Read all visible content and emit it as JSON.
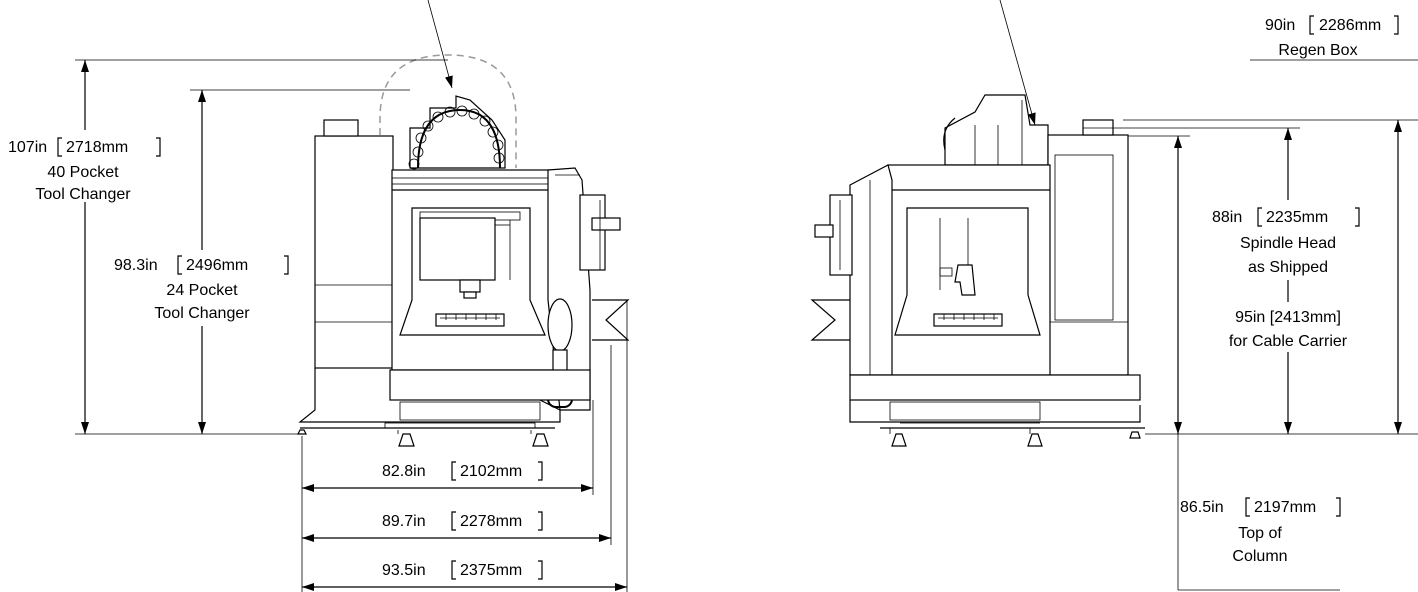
{
  "front_view": {
    "dim_107": {
      "value": "107in",
      "bracket": "2718mm",
      "line1": "40 Pocket",
      "line2": "Tool Changer"
    },
    "dim_98": {
      "value": "98.3in",
      "bracket": "2496mm",
      "line1": "24 Pocket",
      "line2": "Tool Changer"
    },
    "dim_828": {
      "value": "82.8in",
      "bracket": "2102mm"
    },
    "dim_897": {
      "value": "89.7in",
      "bracket": "2278mm"
    },
    "dim_935": {
      "value": "93.5in",
      "bracket": "2375mm"
    }
  },
  "side_view": {
    "dim_90": {
      "value": "90in",
      "bracket": "2286mm",
      "line1": "Regen Box"
    },
    "dim_88": {
      "value": "88in",
      "bracket": "2235mm",
      "line1": "Spindle Head",
      "line2": "as Shipped"
    },
    "dim_95": {
      "line1": "95in [2413mm]",
      "line2": "for Cable Carrier"
    },
    "dim_865": {
      "value": "86.5in",
      "bracket": "2197mm",
      "line1": "Top of",
      "line2": "Column"
    }
  }
}
